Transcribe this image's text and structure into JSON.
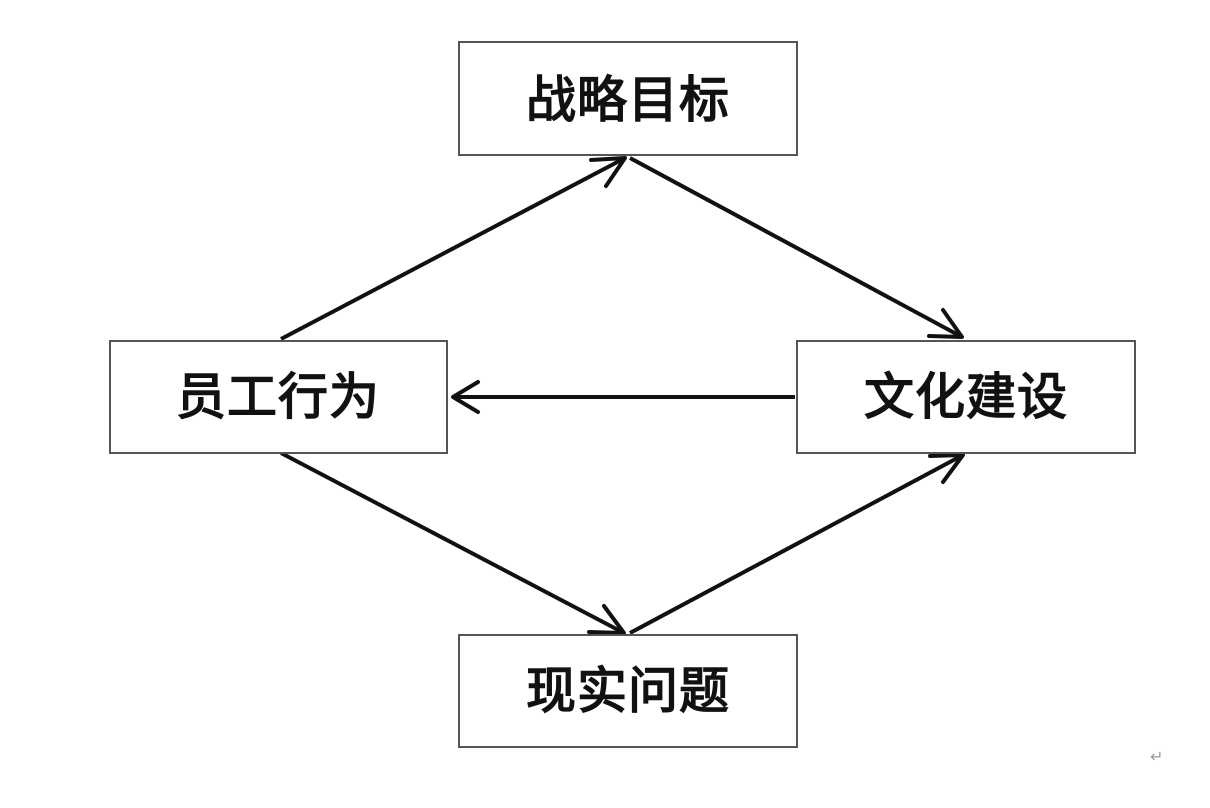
{
  "nodes": {
    "strategic_goal": "战略目标",
    "employee_behavior": "员工行为",
    "culture_building": "文化建设",
    "real_problems": "现实问题"
  },
  "edges": [
    {
      "from": "employee_behavior",
      "to": "strategic_goal"
    },
    {
      "from": "strategic_goal",
      "to": "culture_building"
    },
    {
      "from": "culture_building",
      "to": "employee_behavior"
    },
    {
      "from": "employee_behavior",
      "to": "real_problems"
    },
    {
      "from": "real_problems",
      "to": "culture_building"
    }
  ],
  "paragraph_mark": "↵"
}
